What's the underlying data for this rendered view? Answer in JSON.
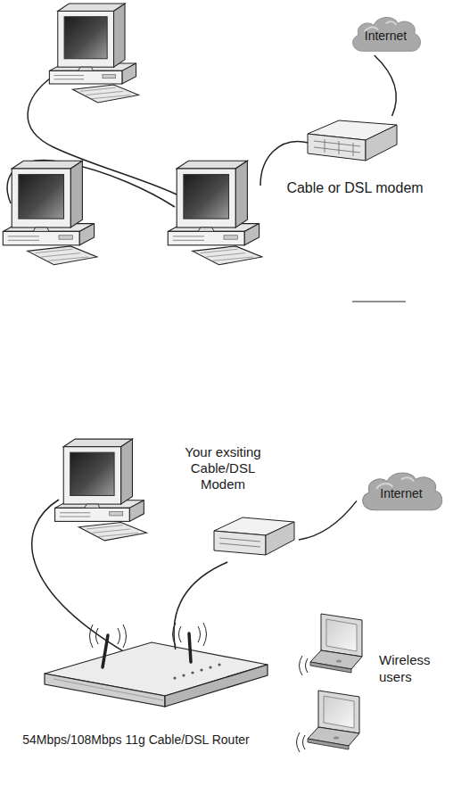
{
  "diagram": {
    "nodes": [
      {
        "text": [
          "Internet"
        ]
      },
      {
        "text": [
          "Cable or DSL modem"
        ]
      },
      {
        "text": [
          "Your exsiting Cable/DSL Modem"
        ]
      },
      {
        "text": [
          "Internet"
        ]
      },
      {
        "text": [
          "54Mbps/108Mbps 11g Cable/DSL Router"
        ]
      }
    ],
    "edges": [
      {
        "from": 1,
        "to": 0,
        "arrow": "none"
      },
      {
        "from": 2,
        "to": 3,
        "arrow": "none"
      },
      {
        "from": 4,
        "to": 2,
        "arrow": "none"
      }
    ],
    "labels": [
      "Wireless users"
    ]
  }
}
